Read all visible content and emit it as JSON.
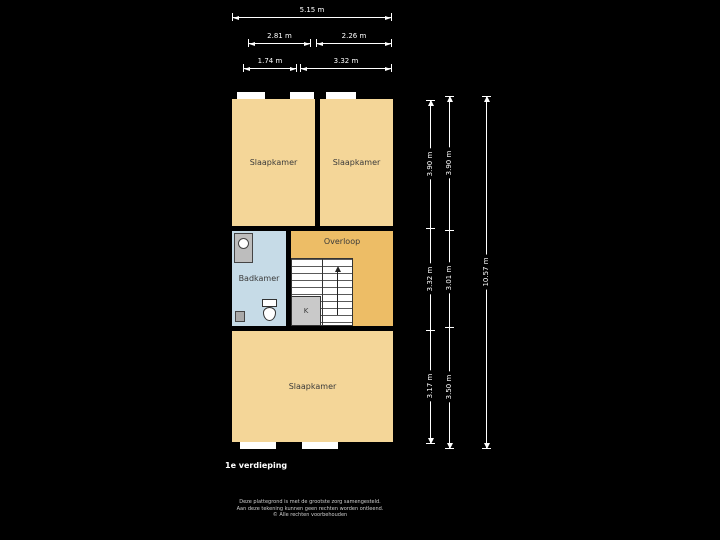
{
  "page": {
    "background_color": "#000000"
  },
  "floorplan": {
    "title": "1e verdieping",
    "rooms": {
      "bedroom_top_left": {
        "label": "Slaapkamer"
      },
      "bedroom_top_right": {
        "label": "Slaapkamer"
      },
      "bathroom": {
        "label": "Badkamer"
      },
      "landing": {
        "label": "Overloop"
      },
      "closet": {
        "label": "K"
      },
      "bedroom_bottom": {
        "label": "Slaapkamer"
      }
    },
    "colors": {
      "bedroom_fill": "#f4d698",
      "landing_fill": "#edbd66",
      "bathroom_fill": "#c6dbe7",
      "closet_fill": "#c9c9c9",
      "wall": "#000000",
      "window": "#ffffff",
      "dimension_line": "#ffffff"
    }
  },
  "dimensions": {
    "top": [
      {
        "label": "5.15 m"
      },
      {
        "label": "2.81 m"
      },
      {
        "label": "2.26 m"
      },
      {
        "label": "1.74 m"
      },
      {
        "label": "3.32 m"
      }
    ],
    "right_col1": [
      {
        "label": "3.90 m"
      },
      {
        "label": "3.32 m"
      },
      {
        "label": "3.17 m"
      }
    ],
    "right_col2": [
      {
        "label": "3.90 m"
      },
      {
        "label": "3.01 m"
      },
      {
        "label": "3.50 m"
      }
    ],
    "right_total": {
      "label": "10.57 m"
    }
  },
  "footer": {
    "disclaimer": [
      "Deze plattegrond is met de grootste zorg samengesteld.",
      "Aan deze tekening kunnen geen rechten worden ontleend.",
      "© Alle rechten voorbehouden"
    ]
  }
}
